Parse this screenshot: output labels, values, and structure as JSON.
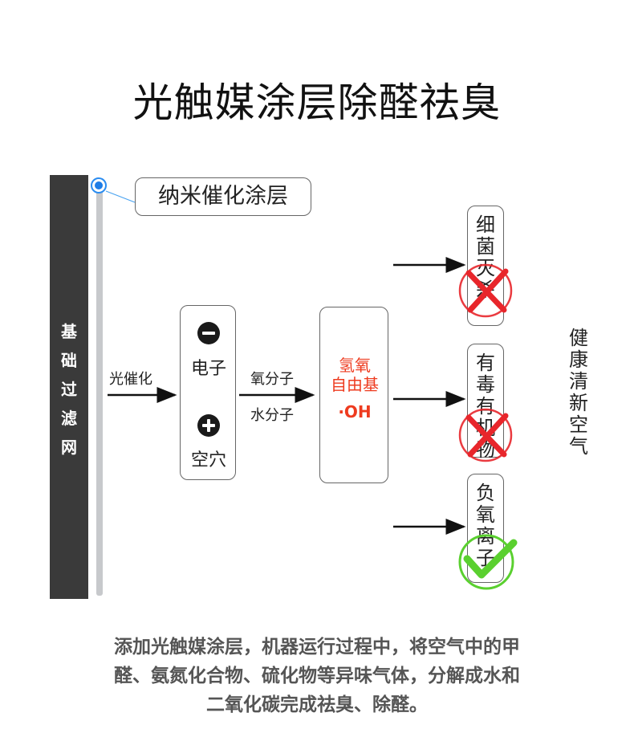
{
  "title": "光触媒涂层除醛祛臭",
  "left_bar": {
    "label": "基础过滤网"
  },
  "coating": {
    "label": "纳米催化涂层"
  },
  "flow": {
    "input_label": "光催化",
    "carriers": {
      "electron": "电子",
      "hole": "空穴"
    },
    "reactants": {
      "oxygen": "氧分子",
      "water": "水分子"
    },
    "radical_box": {
      "line1": "氢氧",
      "line2": "自由基",
      "formula": "·OH"
    }
  },
  "targets": [
    {
      "text": "细菌灭杀",
      "status": "eliminated"
    },
    {
      "text": "有毒有机物",
      "status": "eliminated"
    },
    {
      "text": "负氧离子",
      "status": "retained"
    }
  ],
  "result": {
    "text": "健康清新空气"
  },
  "footer": {
    "line1": "添加光触媒涂层，机器运行过程中，将空气中的甲",
    "line2": "醛、氨氮化合物、硫化物等异味气体，分解成水和",
    "line3": "二氧化碳完成祛臭、除醛。"
  },
  "colors": {
    "accent_red": "#ee3b1f",
    "cross_red": "#e8262b",
    "check_green": "#5ad02f",
    "rail_blue": "#1f7de6",
    "bar_dark": "#3a3a3a"
  },
  "icons": [
    "minus-circle-icon",
    "plus-circle-icon",
    "cross-icon",
    "check-icon"
  ]
}
